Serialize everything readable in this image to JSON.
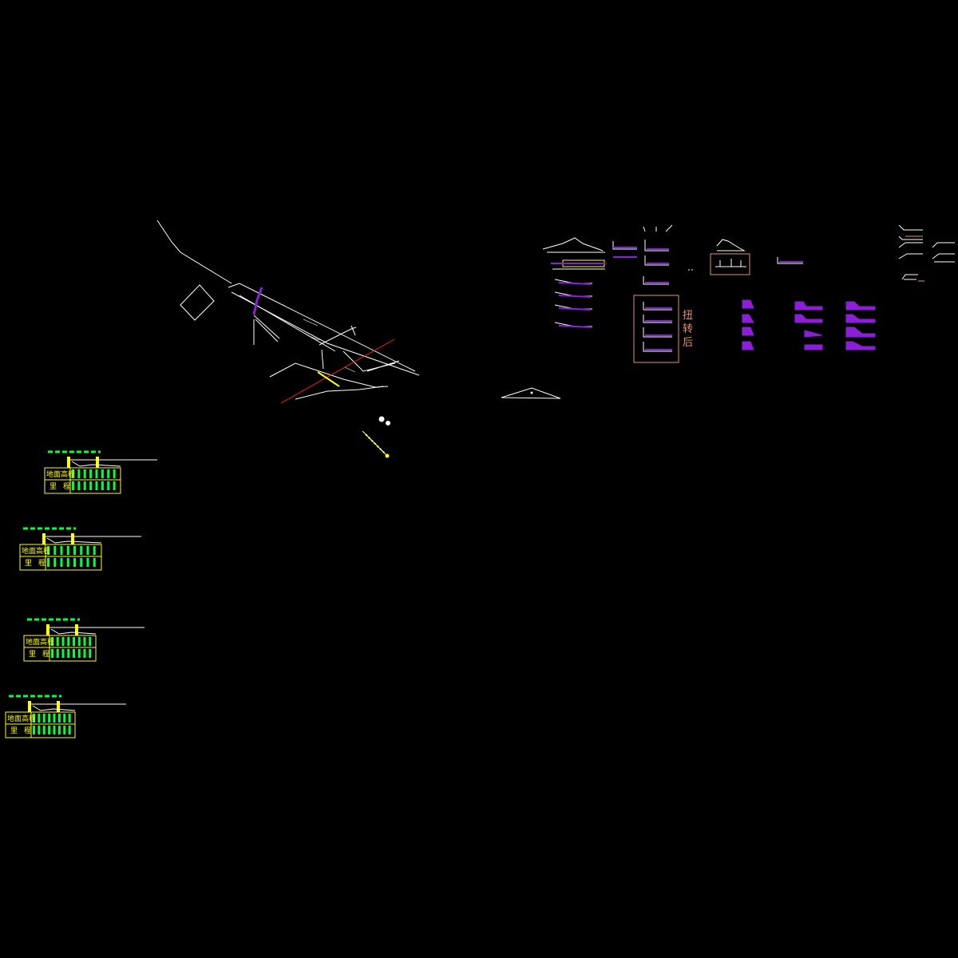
{
  "colors": {
    "background": "#000000",
    "line": "#ffffff",
    "accent_purple": "#8a1fd6",
    "accent_green": "#00ff3c",
    "accent_yellow": "#ffff00",
    "accent_red": "#ff1a1a",
    "accent_orange": "#e89070"
  },
  "labels": {
    "rotated_note": [
      "扭",
      "转",
      "后"
    ]
  },
  "profiles": [
    {
      "row1": "地面高程",
      "row2": "里程"
    },
    {
      "row1": "地面高程",
      "row2": "里程"
    },
    {
      "row1": "地面高程",
      "row2": "里程"
    },
    {
      "row1": "地面高程",
      "row2": "里程"
    }
  ]
}
